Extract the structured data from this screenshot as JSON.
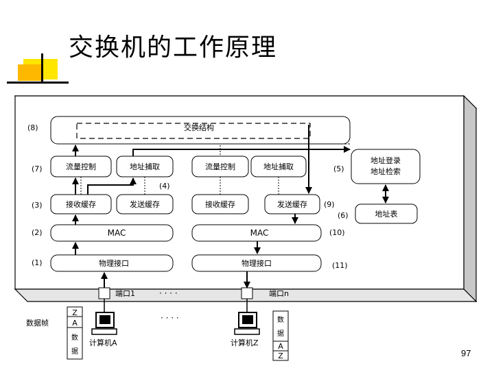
{
  "slide": {
    "title": "交换机的工作原理",
    "page_number": "97"
  },
  "diagram": {
    "step_labels": {
      "s8": "(8)",
      "s7": "(7)",
      "s3": "(3)",
      "s2": "(2)",
      "s1": "(1)",
      "s4": "(4)",
      "s5": "(5)",
      "s6": "(6)",
      "s9": "(9)",
      "s10": "(10)",
      "s11": "(11)"
    },
    "switch_fabric": "交换结构",
    "left_flow_control": "流量控制",
    "left_addr_capture": "地址捕取",
    "right_flow_control": "流量控制",
    "right_addr_capture": "地址捕取",
    "addr_register": "地址登录",
    "addr_search": "地址检索",
    "addr_table": "地址表",
    "left_recv_buffer": "接收缓存",
    "left_send_buffer": "发送缓存",
    "right_recv_buffer": "接收缓存",
    "right_send_buffer": "发送缓存",
    "left_mac": "MAC",
    "right_mac": "MAC",
    "left_phy": "物理接口",
    "right_phy": "物理接口",
    "port1": "端口1",
    "portn": "端口n",
    "ellipsis_top": "· · · ·",
    "ellipsis_bottom": "· · · ·",
    "data_frame": "数据帧",
    "frame_left_z": "Z",
    "frame_left_a": "A",
    "frame_left_data1": "数",
    "frame_left_data2": "据",
    "frame_right_data1": "数",
    "frame_right_data2": "据",
    "frame_right_a": "A",
    "frame_right_z": "Z",
    "computer_a": "计算机A",
    "computer_z": "计算机Z"
  }
}
